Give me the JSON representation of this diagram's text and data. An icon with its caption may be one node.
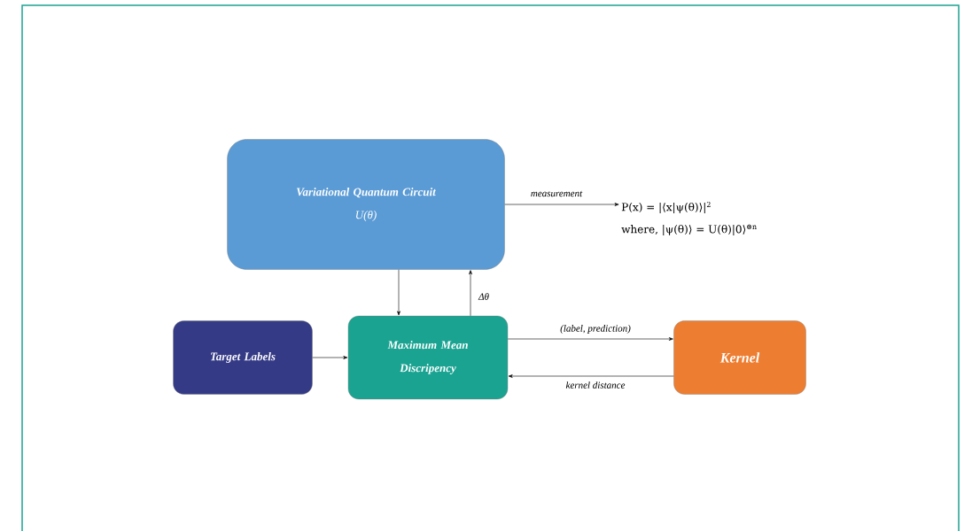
{
  "diagram": {
    "nodes": [
      {
        "text": [
          "Variational Quantum Circuit",
          "U(θ)"
        ]
      },
      {
        "text": [
          "P(x) = |⟨x|ψ(θ)⟩|$^{2}$",
          "where, |ψ(θ)⟩ = U(θ)|0⟩$^{⊗n}$"
        ]
      },
      {
        "text": [
          "Target Labels"
        ]
      },
      {
        "text": [
          "Maximum Mean Discripency"
        ]
      },
      {
        "text": [
          "Kernel"
        ]
      }
    ],
    "edges": [
      {
        "from": 0,
        "to": 1,
        "arrow": "to",
        "label": "measurement"
      },
      {
        "from": 0,
        "to": 3,
        "arrow": "to"
      },
      {
        "from": 3,
        "to": 0,
        "arrow": "to",
        "label": "Δθ"
      },
      {
        "from": 2,
        "to": 3,
        "arrow": "to"
      },
      {
        "from": 3,
        "to": 4,
        "arrow": "to",
        "label": "(label, prediction)"
      },
      {
        "from": 4,
        "to": 3,
        "arrow": "to",
        "label": "kernel distance"
      }
    ]
  }
}
